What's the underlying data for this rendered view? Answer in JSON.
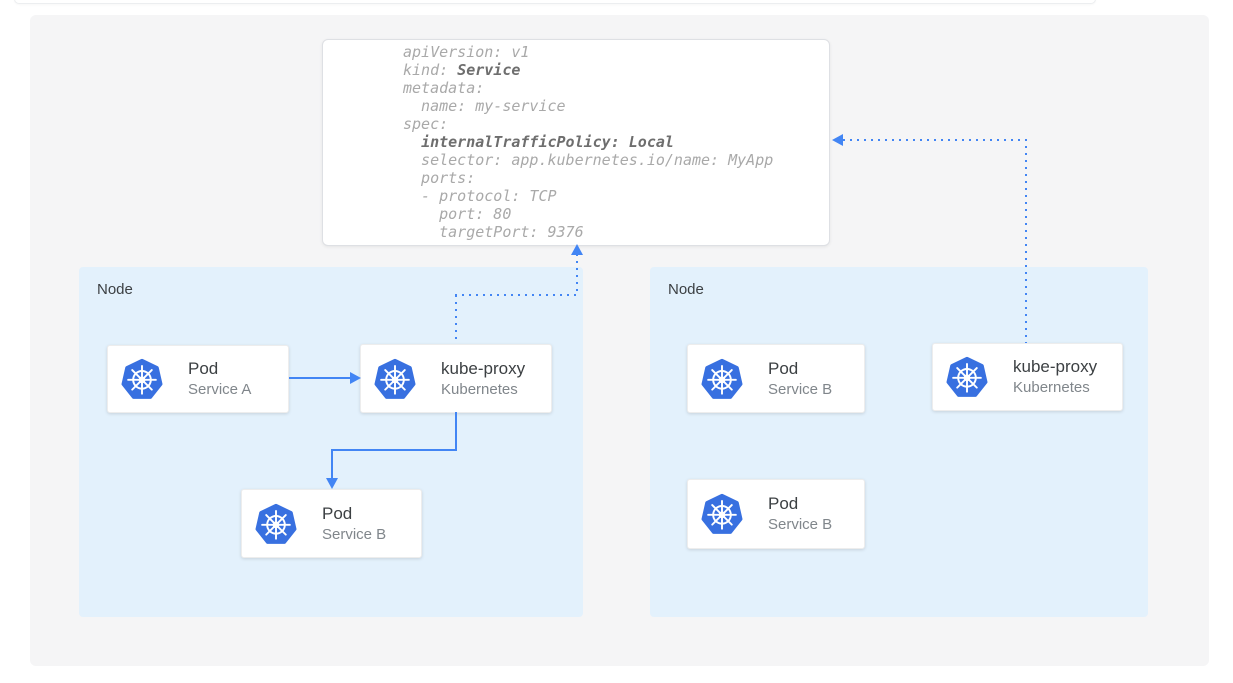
{
  "colors": {
    "arrow_blue": "#4285F4",
    "node_fill": "#E3F1FC",
    "canvas_fill": "#F5F5F6",
    "kubernetes_blue": "#3870E0",
    "code_text": "#A9A9A9",
    "code_bold": "#6E6E6E",
    "title_text": "#3C4043",
    "subtitle_text": "#80868B"
  },
  "yaml_card": {
    "code_lines": [
      [
        {
          "t": "apiVersion: v1",
          "b": false
        }
      ],
      [
        {
          "t": "kind: ",
          "b": false
        },
        {
          "t": "Service",
          "b": true
        }
      ],
      [
        {
          "t": "metadata:",
          "b": false
        }
      ],
      [
        {
          "t": "  name: my-service",
          "b": false
        }
      ],
      [
        {
          "t": "spec:",
          "b": false
        }
      ],
      [
        {
          "t": "  ",
          "b": false
        },
        {
          "t": "internalTrafficPolicy: Local",
          "b": true
        }
      ],
      [
        {
          "t": "  selector: app.kubernetes.io/name: MyApp",
          "b": false
        }
      ],
      [
        {
          "t": "  ports:",
          "b": false
        }
      ],
      [
        {
          "t": "  - protocol: TCP",
          "b": false
        }
      ],
      [
        {
          "t": "    port: 80",
          "b": false
        }
      ],
      [
        {
          "t": "    targetPort: 9376",
          "b": false
        }
      ]
    ]
  },
  "nodes": [
    {
      "label": "Node",
      "boxes": [
        {
          "title": "Pod",
          "subtitle": "Service A",
          "icon": "kubernetes-icon"
        },
        {
          "title": "kube-proxy",
          "subtitle": "Kubernetes",
          "icon": "kubernetes-icon"
        },
        {
          "title": "Pod",
          "subtitle": "Service B",
          "icon": "kubernetes-icon"
        }
      ]
    },
    {
      "label": "Node",
      "boxes": [
        {
          "title": "Pod",
          "subtitle": "Service B",
          "icon": "kubernetes-icon"
        },
        {
          "title": "kube-proxy",
          "subtitle": "Kubernetes",
          "icon": "kubernetes-icon"
        },
        {
          "title": "Pod",
          "subtitle": "Service B",
          "icon": "kubernetes-icon"
        }
      ]
    }
  ]
}
